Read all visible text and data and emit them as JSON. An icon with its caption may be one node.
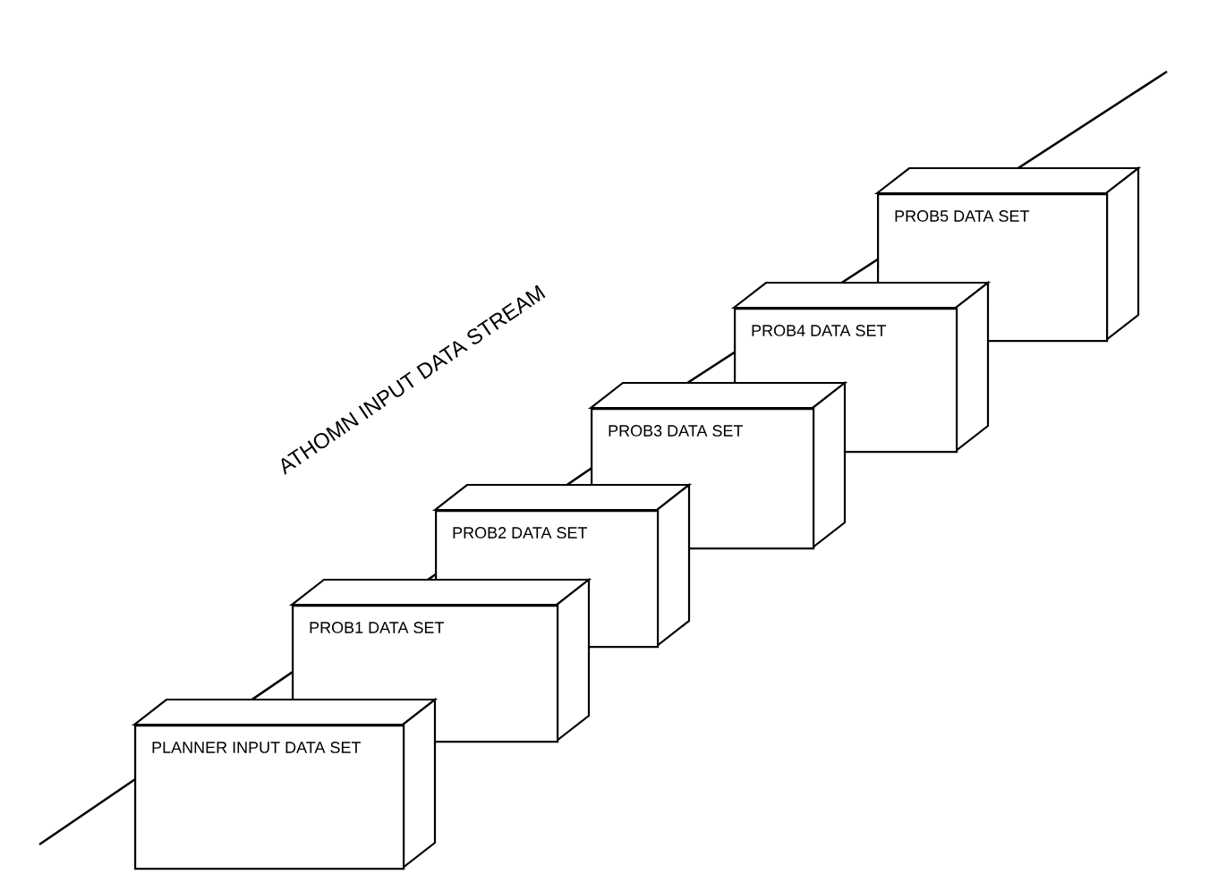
{
  "diagram": {
    "nodes": [
      {
        "text": [
          "PLANNER INPUT DATA SET"
        ]
      },
      {
        "text": [
          "PROB1 DATA SET"
        ]
      },
      {
        "text": [
          "PROB2 DATA SET"
        ]
      },
      {
        "text": [
          "PROB3 DATA SET"
        ]
      },
      {
        "text": [
          "PROB4 DATA SET"
        ]
      },
      {
        "text": [
          "PROB5 DATA SET"
        ]
      }
    ],
    "labels": [
      "ATHOMN INPUT DATA STREAM"
    ]
  }
}
